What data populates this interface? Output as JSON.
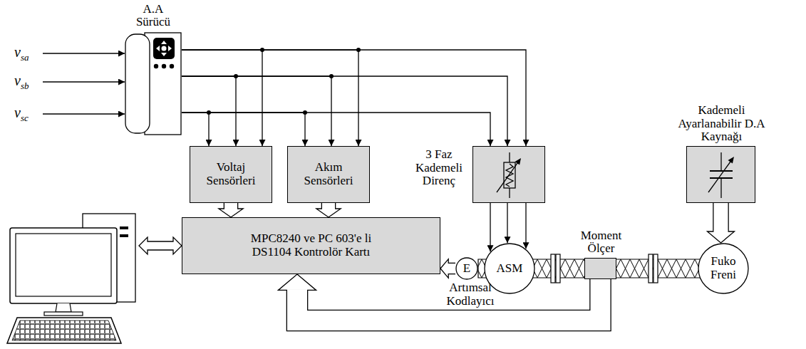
{
  "diagram": {
    "nodes": [
      {
        "text": [
          "A.A Sürücü"
        ]
      },
      {
        "text": [
          "Voltaj Sensörleri"
        ]
      },
      {
        "text": [
          "Akım Sensörleri"
        ]
      },
      {
        "text": [
          "3 Faz Kademeli Direnç"
        ]
      },
      {
        "text": [
          "Kademeli Ayarlanabilir D.A Kaynağı"
        ]
      },
      {
        "text": [
          "MPC8240 ve PC 603'e li DS1104 Kontrolör Kartı"
        ]
      },
      {
        "text": [
          "E",
          "Artımsal Kodlayıcı"
        ]
      },
      {
        "text": [
          "ASM"
        ]
      },
      {
        "text": [
          "Moment Ölçer"
        ]
      },
      {
        "text": [
          "Fuko Freni"
        ]
      }
    ],
    "edges": [
      {
        "from": 0,
        "to": 3,
        "arrow": "to"
      },
      {
        "from": 0,
        "to": 1,
        "arrow": "to"
      },
      {
        "from": 0,
        "to": 2,
        "arrow": "to"
      },
      {
        "from": 3,
        "to": 7,
        "arrow": "to"
      },
      {
        "from": 1,
        "to": 5,
        "arrow": "to"
      },
      {
        "from": 2,
        "to": 5,
        "arrow": "to"
      },
      {
        "from": 6,
        "to": 5,
        "arrow": "to"
      },
      {
        "from": 4,
        "to": 9,
        "arrow": "to"
      },
      {
        "from": 8,
        "to": 5,
        "arrow": "to"
      },
      {
        "from": 6,
        "to": 7,
        "arrow": "none"
      },
      {
        "from": 7,
        "to": 8,
        "arrow": "none"
      },
      {
        "from": 8,
        "to": 9,
        "arrow": "none"
      }
    ],
    "labels": [
      "vsa",
      "vsb",
      "vsc"
    ]
  }
}
